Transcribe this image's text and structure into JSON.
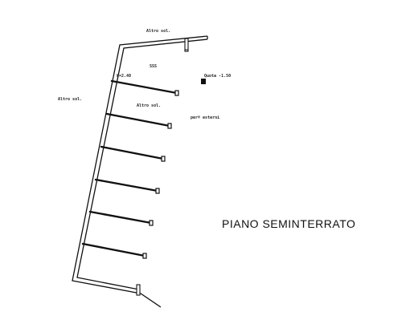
{
  "plan": {
    "title": "PIANO SEMINTERRATO",
    "labels": {
      "top": "Altro sol.",
      "left": "Altro sol.",
      "inner_upper": "SSS",
      "height_note": "h=2.40",
      "inner_middle": "Altro sol.",
      "right_upper": "Quota -1.50",
      "right_middle": "per® esterni"
    }
  }
}
